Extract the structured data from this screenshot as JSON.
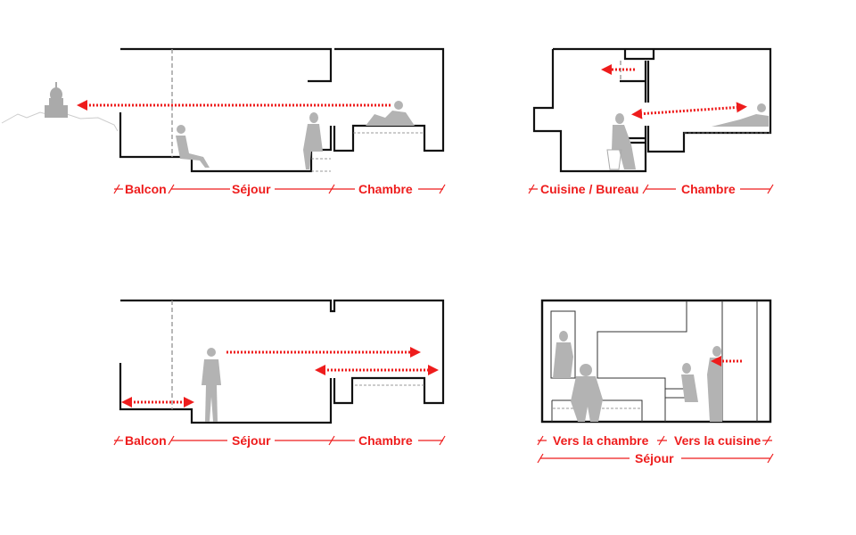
{
  "colors": {
    "accent": "#ee1c1c",
    "wall": "#111111",
    "figure": "#b3b3b3"
  },
  "panels": {
    "section_view_top_left": {
      "labels": [
        "Balcon",
        "Séjour",
        "Chambre"
      ]
    },
    "section_view_top_right": {
      "labels": [
        "Cuisine / Bureau",
        "Chambre"
      ]
    },
    "section_view_bottom_left": {
      "labels": [
        "Balcon",
        "Séjour",
        "Chambre"
      ]
    },
    "elevation_bottom_right": {
      "labels": [
        "Vers la chambre",
        "Vers la cuisine"
      ],
      "overall": "Séjour"
    }
  }
}
